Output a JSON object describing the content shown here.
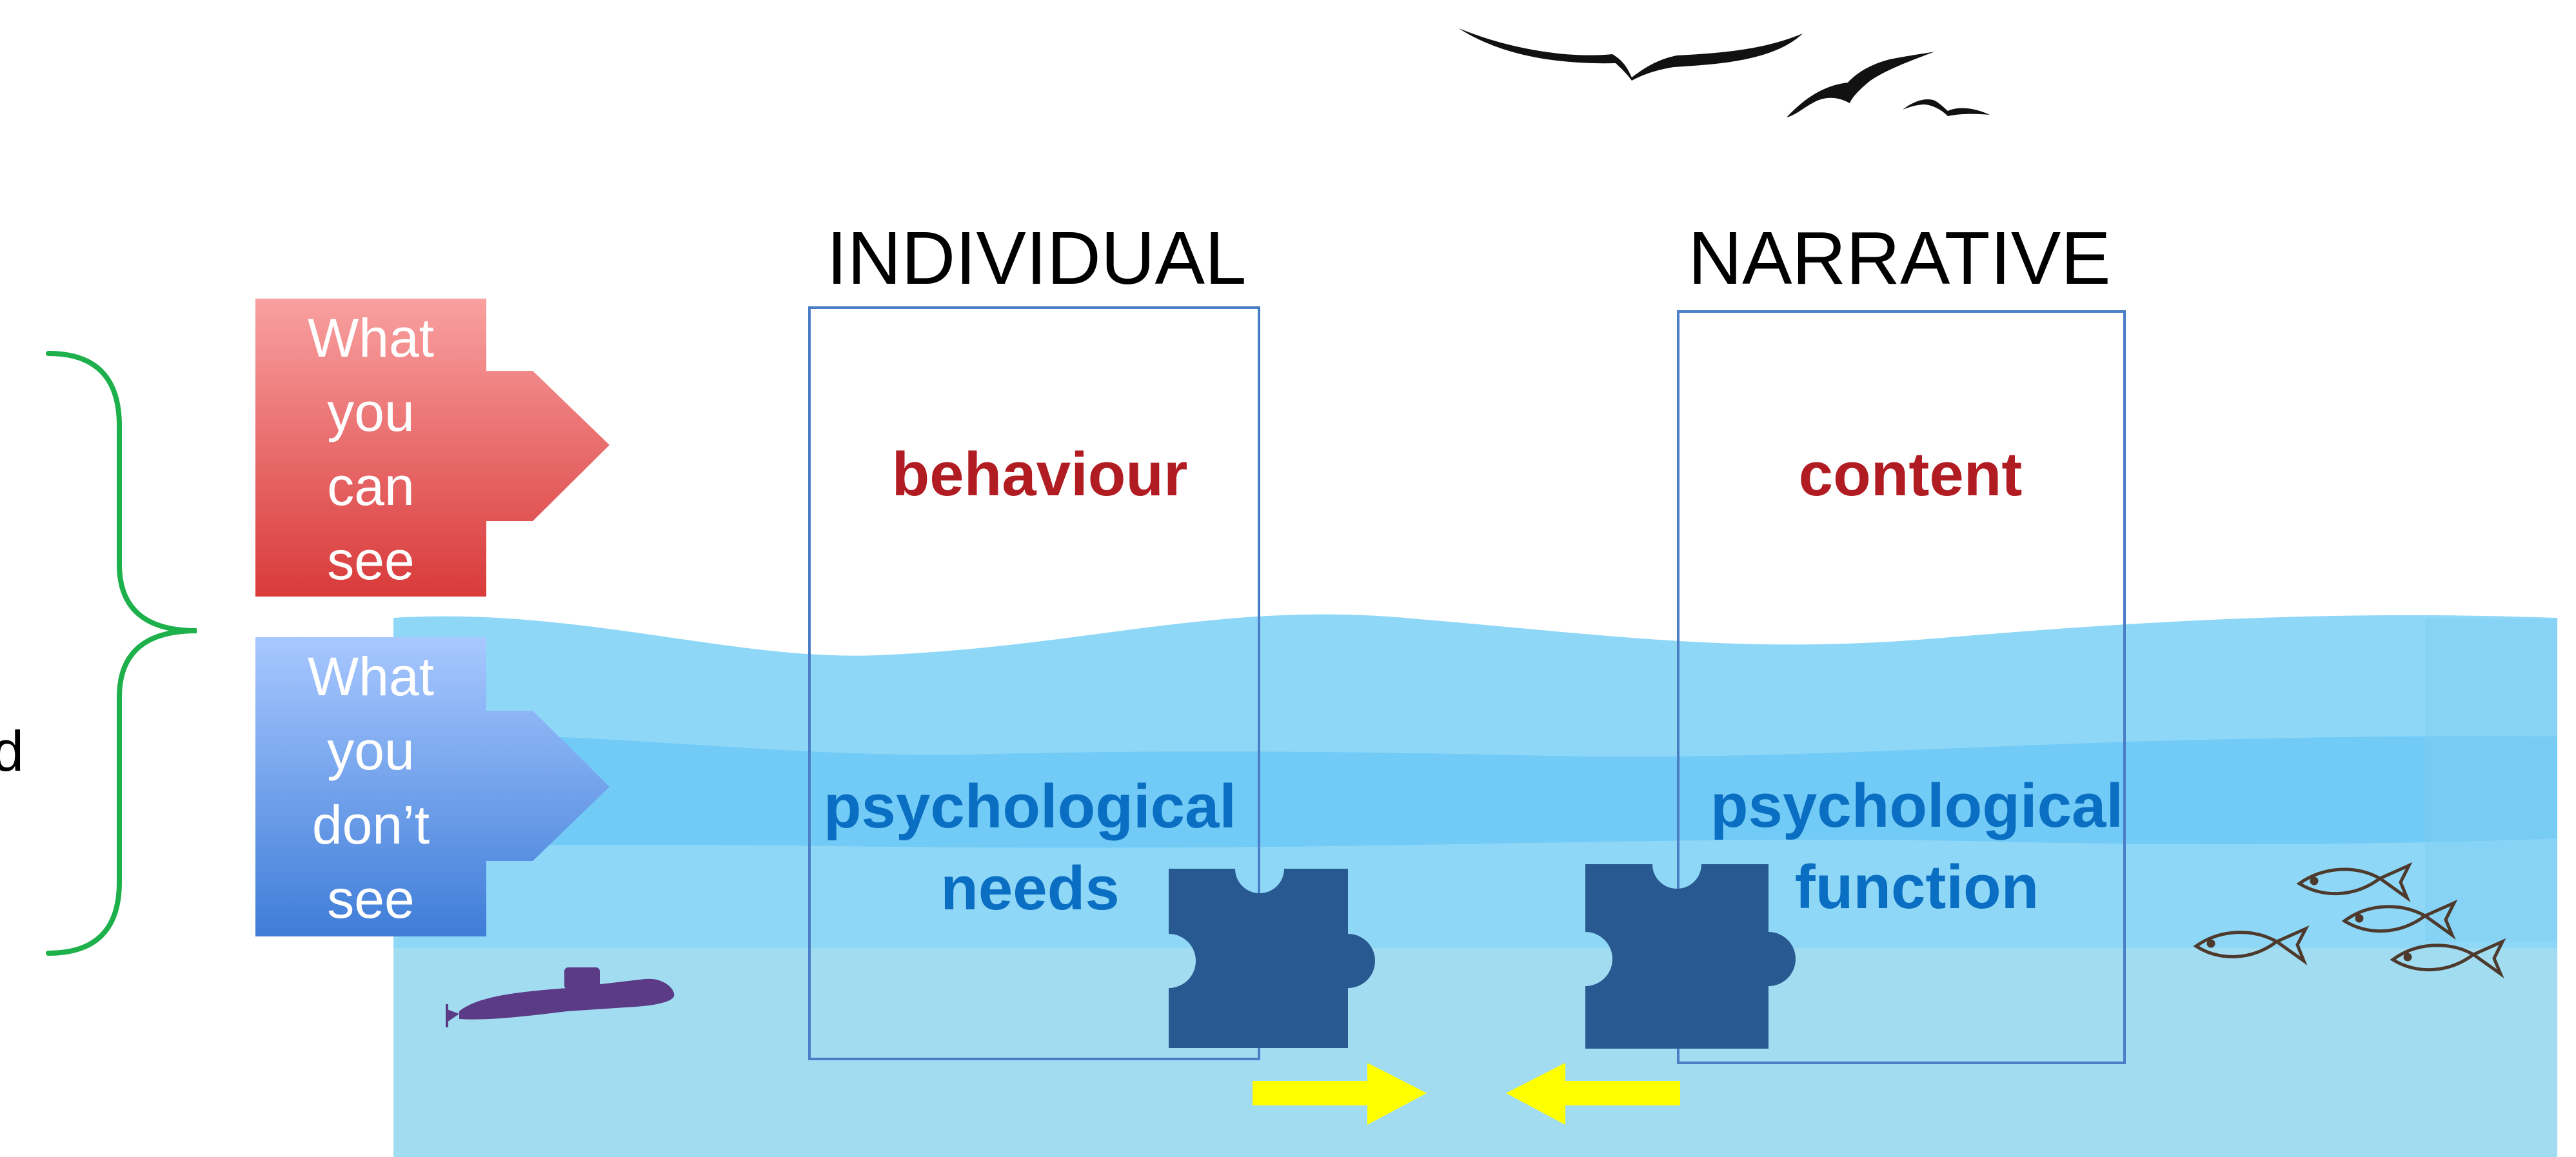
{
  "columns": [
    {
      "title": "INDIVIDUAL",
      "visible_label": "behaviour",
      "hidden_label_lines": [
        "psychological",
        "needs"
      ]
    },
    {
      "title": "NARRATIVE",
      "visible_label": "content",
      "hidden_label_lines": [
        "psychological",
        "function"
      ]
    }
  ],
  "signs": {
    "visible": {
      "lines": [
        "What",
        "you",
        "can",
        "see"
      ]
    },
    "hidden": {
      "lines": [
        "What",
        "you",
        "don’t",
        "see"
      ]
    }
  },
  "edge_fragment": "d",
  "colors": {
    "visible_label": "#b01c22",
    "hidden_label": "#0a6fc2",
    "column_border": "#4a7ec6",
    "puzzle": "#285a91",
    "arrows": "#ffff00",
    "brace": "#1db04b",
    "submarine": "#5b3a86",
    "water_deep": "#a2dcf0",
    "water_wave": "#8fd7f7",
    "water_band": "#72cbf6"
  }
}
